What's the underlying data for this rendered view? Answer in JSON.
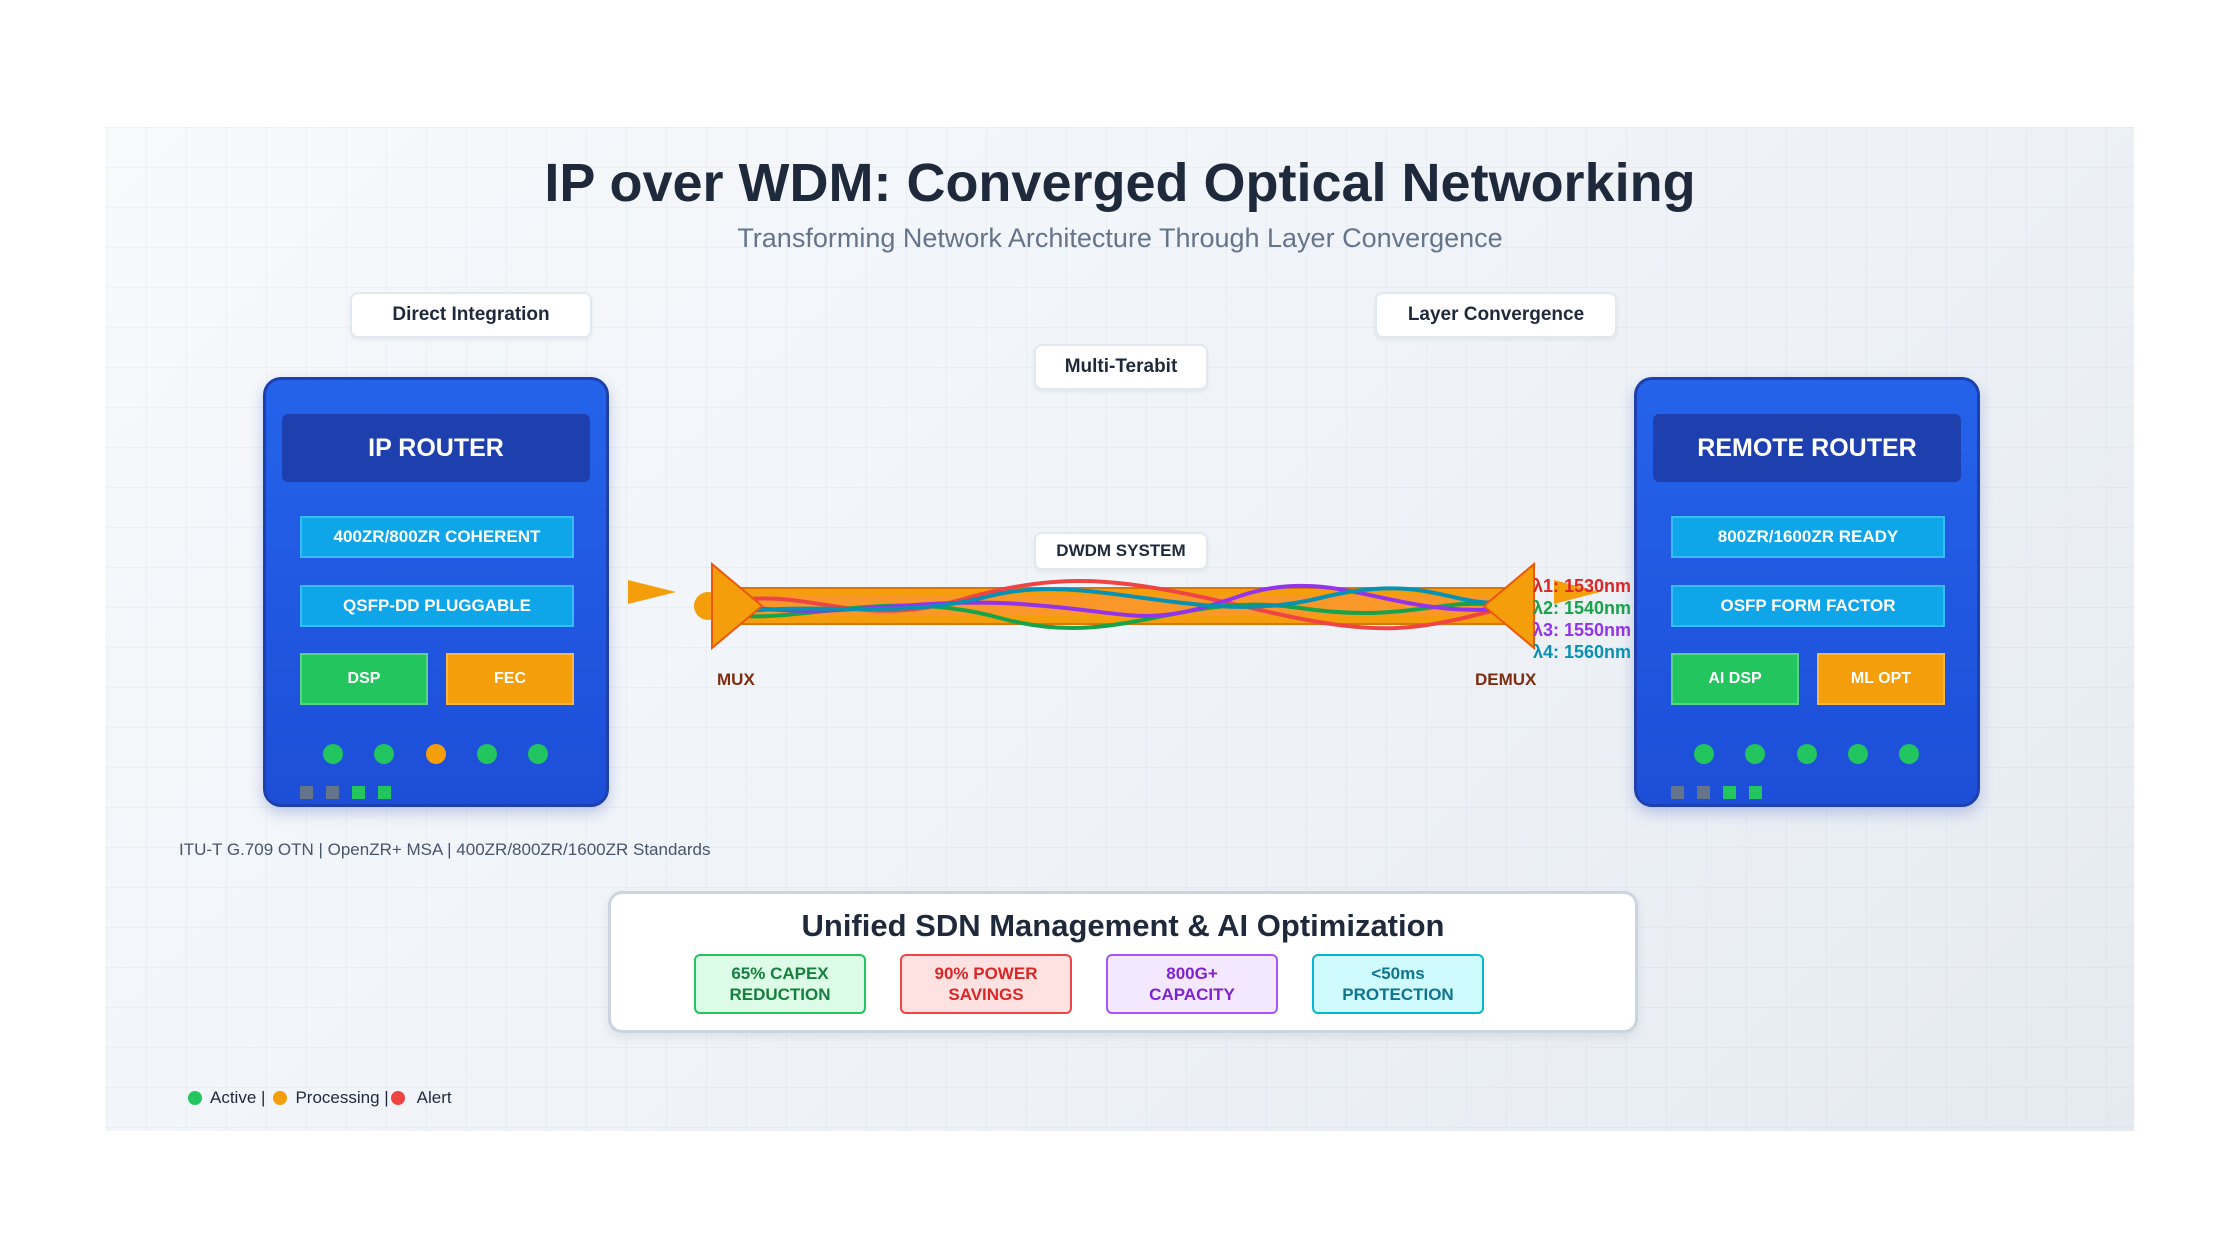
{
  "title": "IP over WDM: Converged Optical Networking",
  "subtitle": "Transforming Network Architecture Through Layer Convergence",
  "chips": {
    "direct_integration": "Direct Integration",
    "layer_convergence": "Layer Convergence",
    "multi_terabit": "Multi-Terabit",
    "dwdm_system": "DWDM SYSTEM"
  },
  "left_router": {
    "title": "IP ROUTER",
    "module1": "400ZR/800ZR COHERENT",
    "module2": "QSFP-DD PLUGGABLE",
    "left_block": "DSP",
    "right_block": "FEC"
  },
  "right_router": {
    "title": "REMOTE ROUTER",
    "module1": "800ZR/1600ZR READY",
    "module2": "OSFP FORM FACTOR",
    "left_block": "AI DSP",
    "right_block": "ML OPT"
  },
  "link": {
    "mux": "MUX",
    "demux": "DEMUX",
    "wavelengths": [
      {
        "label": "λ1: 1530nm",
        "color": "#dc2626"
      },
      {
        "label": "λ2: 1540nm",
        "color": "#16a34a"
      },
      {
        "label": "λ3: 1550nm",
        "color": "#9333ea"
      },
      {
        "label": "λ4: 1560nm",
        "color": "#0891b2"
      }
    ]
  },
  "standards": "ITU-T G.709 OTN | OpenZR+ MSA | 400ZR/800ZR/1600ZR Standards",
  "management": {
    "title": "Unified SDN Management & AI Optimization",
    "metrics": [
      {
        "line1": "65% CAPEX",
        "line2": "REDUCTION",
        "color": "#15803d",
        "bg": "#dcfce7",
        "border": "#22c55e"
      },
      {
        "line1": "90% POWER",
        "line2": "SAVINGS",
        "color": "#dc2626",
        "bg": "#fee2e2",
        "border": "#ef4444"
      },
      {
        "line1": "800G+",
        "line2": "CAPACITY",
        "color": "#7e22ce",
        "bg": "#f3e8ff",
        "border": "#a855f7"
      },
      {
        "line1": "<50ms",
        "line2": "PROTECTION",
        "color": "#0e7490",
        "bg": "#cffafe",
        "border": "#06b6d4"
      }
    ]
  },
  "legend": {
    "active": "Active |",
    "processing": "Processing |",
    "alert": "Alert",
    "active_color": "#22c55e",
    "processing_color": "#f59e0b",
    "alert_color": "#ef4444"
  }
}
